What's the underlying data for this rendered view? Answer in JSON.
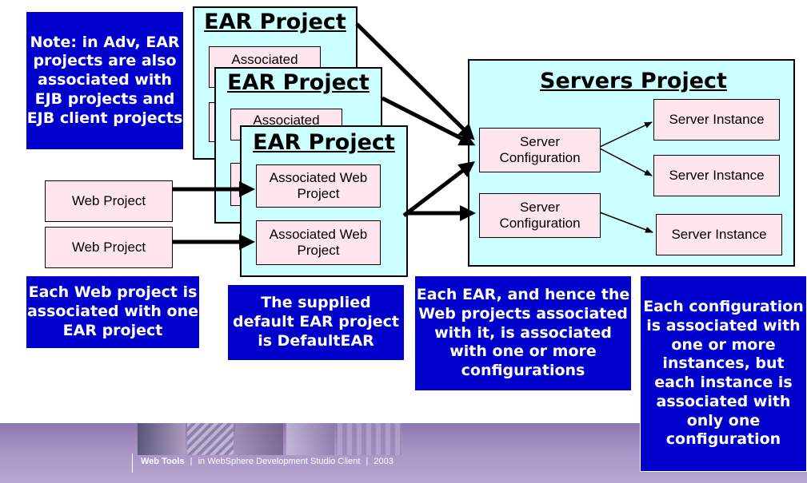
{
  "notes": {
    "top_left": "Note: in Adv, EAR projects are also associated with EJB projects and EJB client projects",
    "web_project": "Each Web project is associated with one EAR project",
    "default_ear": "The supplied default EAR project is DefaultEAR",
    "each_ear": "Each EAR, and hence the Web projects associated with it, is associated with one or more configurations",
    "each_config": "Each configuration is associated with one or more instances, but each instance is associated with only one configuration"
  },
  "ear_title": "EAR Project",
  "associated": "Associated",
  "associated_partial": "Associated",
  "associated_web_project": "Associated Web Project",
  "web_project": "Web Project",
  "servers_title": "Servers Project",
  "server_configuration": "Server Configuration",
  "server_instance": "Server Instance",
  "footer": {
    "brand": "Web Tools",
    "sep1": "|",
    "product": "in WebSphere Development Studio Client",
    "sep2": "|",
    "year": "2003"
  },
  "colors": {
    "note_bg": "#0000cc",
    "project_bg": "#ccffff",
    "item_bg": "#ffe6ee",
    "footer_band": "#9a7fb8"
  }
}
